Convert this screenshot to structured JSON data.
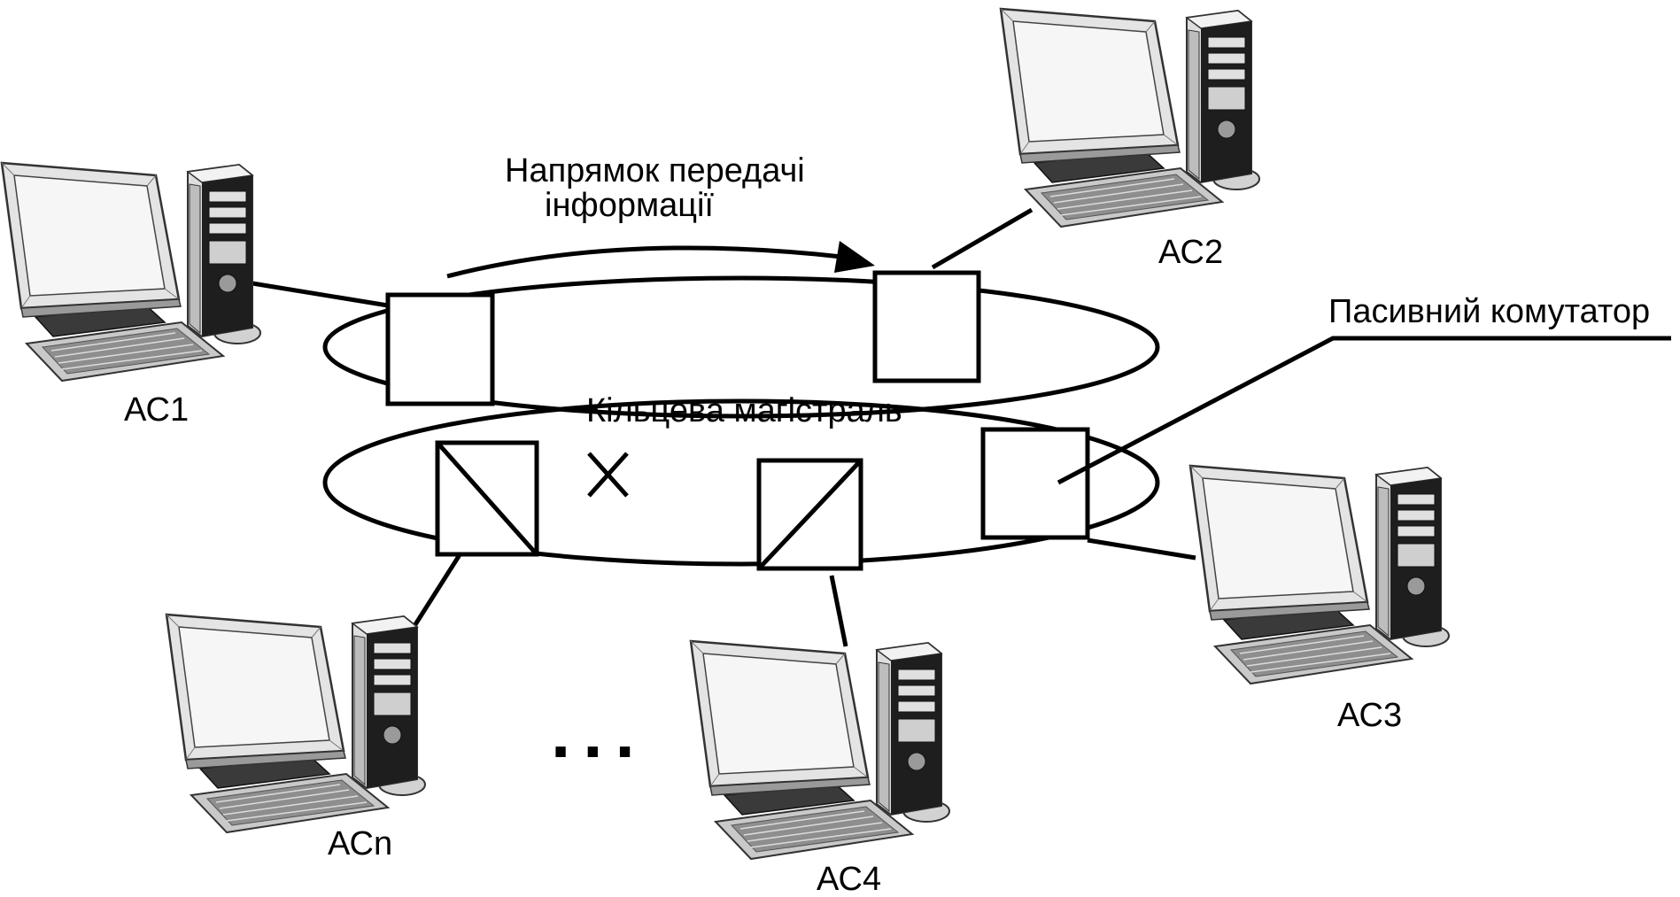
{
  "labels": {
    "direction_line1": "Напрямок передачі",
    "direction_line2": "інформації",
    "ring": "Кільцева магістраль",
    "passive_switch": "Пасивний комутатор",
    "ellipsis": "..."
  },
  "stations": [
    {
      "id": "ac1",
      "label": "АС1"
    },
    {
      "id": "ac2",
      "label": "АС2"
    },
    {
      "id": "ac3",
      "label": "АС3"
    },
    {
      "id": "ac4",
      "label": "АС4"
    },
    {
      "id": "acn",
      "label": "АСn"
    }
  ],
  "colors": {
    "line": "#000000",
    "monitor_frame": "#d9d9d9",
    "screen": "#ececec",
    "case_light": "#dcdcdc",
    "case_dark": "#3a3a3a",
    "keyboard": "#c8c8c8"
  }
}
